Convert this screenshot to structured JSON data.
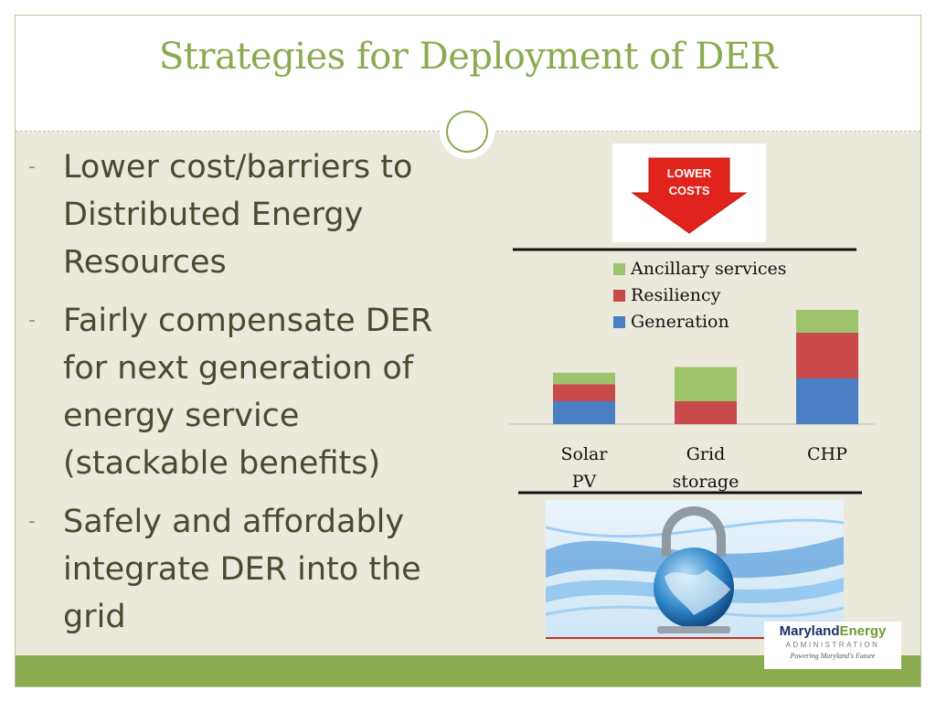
{
  "slide": {
    "title": "Strategies for Deployment of DER",
    "bullets": [
      {
        "marker": "-",
        "text": "Lower cost/barriers to Distributed Energy Resources"
      },
      {
        "marker": "-",
        "text": "Fairly compensate DER for next generation of energy service (stackable benefits)"
      },
      {
        "marker": "-",
        "text": "Safely and affordably integrate DER into the grid"
      }
    ]
  },
  "lower_costs_graphic": {
    "line1": "LOWER",
    "line2": "COSTS",
    "arrow_color": "#e0231c"
  },
  "chart_data": {
    "type": "bar",
    "stacked": true,
    "categories": [
      "Solar PV",
      "Grid storage",
      "CHP"
    ],
    "series": [
      {
        "name": "Generation",
        "color": "#4a7ec2",
        "values": [
          1.0,
          0.0,
          2.0
        ]
      },
      {
        "name": "Resiliency",
        "color": "#c84a4a",
        "values": [
          0.75,
          1.0,
          2.0
        ]
      },
      {
        "name": "Ancillary services",
        "color": "#9dc46a",
        "values": [
          0.5,
          1.5,
          1.0
        ]
      }
    ],
    "legend_order": [
      "Ancillary services",
      "Resiliency",
      "Generation"
    ],
    "legend_position": "top-right",
    "ylim": [
      0,
      6
    ],
    "y_axis_visible": false,
    "grid": false
  },
  "logo": {
    "name_part1": "Maryland",
    "name_part2": "Energy",
    "subtitle": "ADMINISTRATION",
    "tagline": "Powering Maryland's Future"
  },
  "theme": {
    "accent": "#8aab4f",
    "background": "#ebe8dc",
    "text": "#4a4a2e"
  }
}
